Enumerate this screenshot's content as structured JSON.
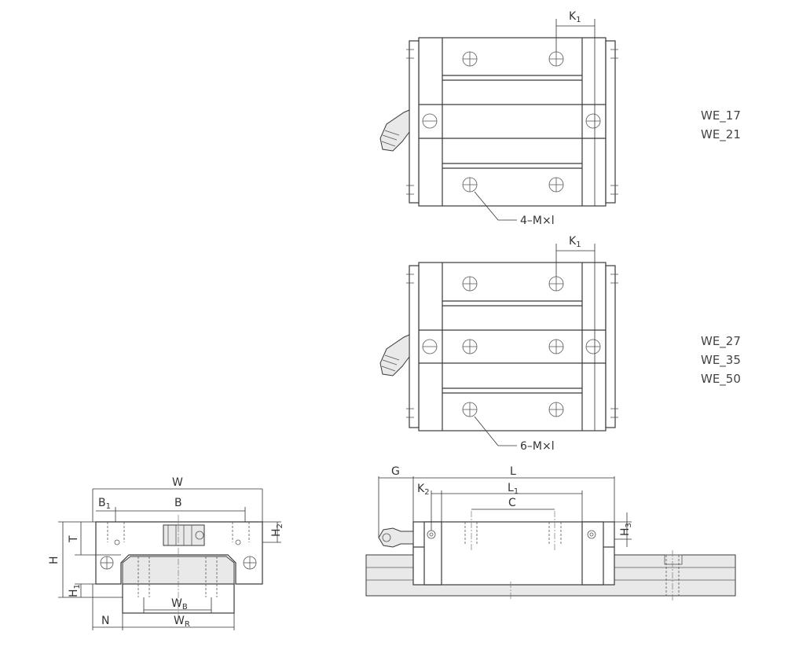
{
  "top_view": {
    "k1": "K",
    "k1_sub": "1",
    "callout": "4–M×l",
    "models": [
      "WE_17",
      "WE_21"
    ]
  },
  "mid_view": {
    "k1": "K",
    "k1_sub": "1",
    "callout": "6–M×l",
    "models": [
      "WE_27",
      "WE_35",
      "WE_50"
    ]
  },
  "front_view": {
    "W": "W",
    "B1": "B",
    "B1_sub": "1",
    "B": "B",
    "T": "T",
    "H": "H",
    "H1": "H",
    "H1_sub": "1",
    "H2": "H",
    "H2_sub": "2",
    "WB": "W",
    "WB_sub": "B",
    "N": "N",
    "WR": "W",
    "WR_sub": "R"
  },
  "side_view": {
    "G": "G",
    "L": "L",
    "K2": "K",
    "K2_sub": "2",
    "L1": "L",
    "L1_sub": "1",
    "C": "C",
    "H3": "H",
    "H3_sub": "3"
  }
}
